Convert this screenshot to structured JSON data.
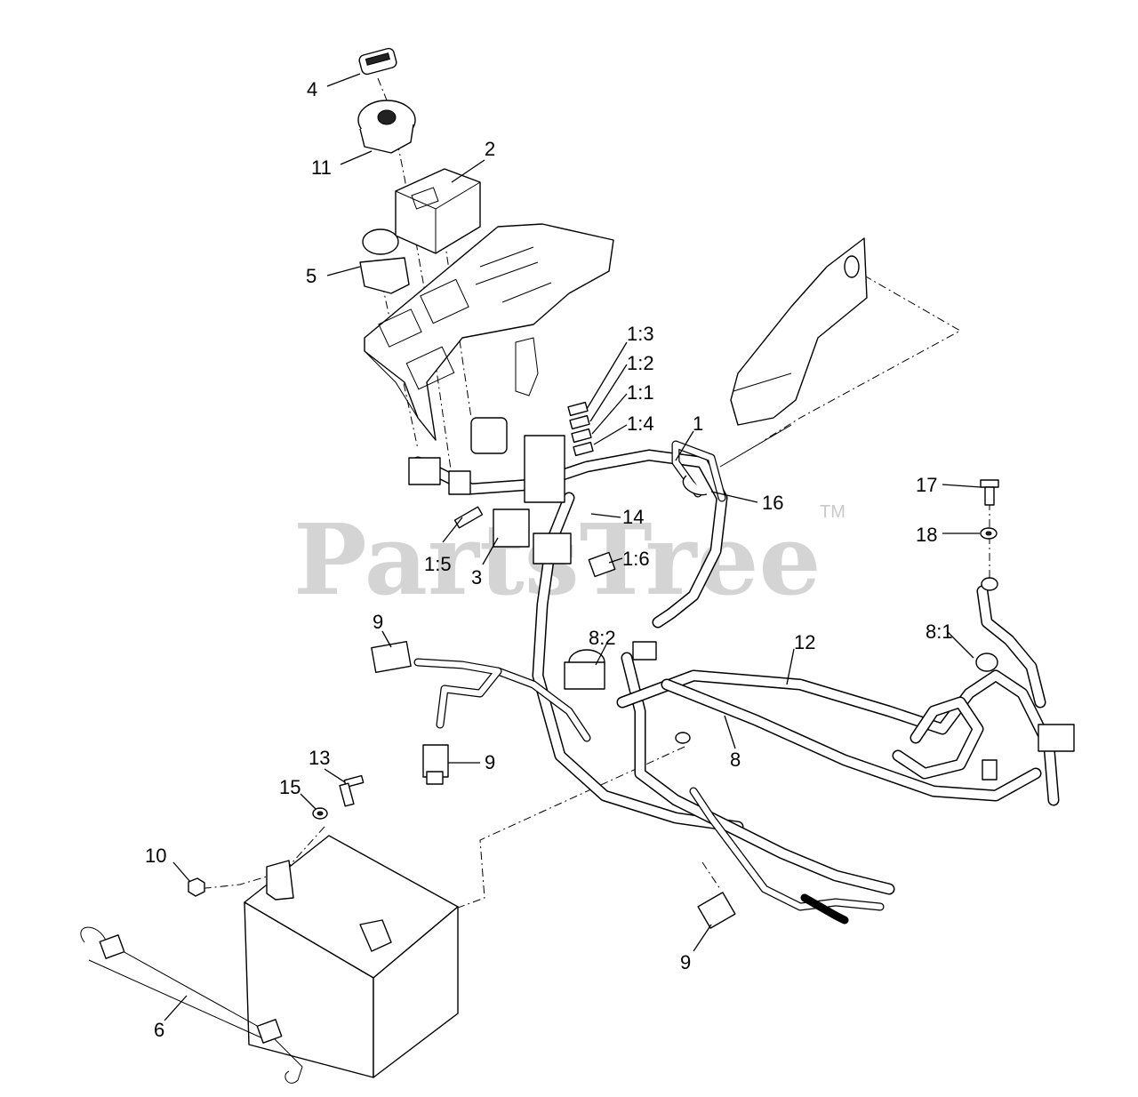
{
  "watermark": {
    "brand": "PartsTree",
    "trademark": "TM"
  },
  "callouts": {
    "c1": "1",
    "c1_1": "1:1",
    "c1_2": "1:2",
    "c1_3": "1:3",
    "c1_4": "1:4",
    "c1_5": "1:5",
    "c1_6": "1:6",
    "c2": "2",
    "c3": "3",
    "c4": "4",
    "c5": "5",
    "c6": "6",
    "c8": "8",
    "c8_1": "8:1",
    "c8_2": "8:2",
    "c9a": "9",
    "c9b": "9",
    "c9c": "9",
    "c10": "10",
    "c11": "11",
    "c12": "12",
    "c13": "13",
    "c14": "14",
    "c15": "15",
    "c16": "16",
    "c17": "17",
    "c18": "18"
  }
}
